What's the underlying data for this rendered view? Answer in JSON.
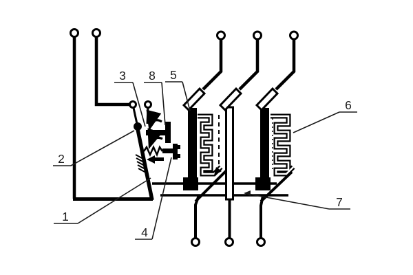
{
  "figure": {
    "background_color": "#ffffff",
    "line_color": "#000000",
    "label_color": "#1a1a1a",
    "callouts": [
      {
        "ref": "1"
      },
      {
        "ref": "2"
      },
      {
        "ref": "3"
      },
      {
        "ref": "4"
      },
      {
        "ref": "5"
      },
      {
        "ref": "6"
      },
      {
        "ref": "7"
      },
      {
        "ref": "8"
      }
    ]
  }
}
